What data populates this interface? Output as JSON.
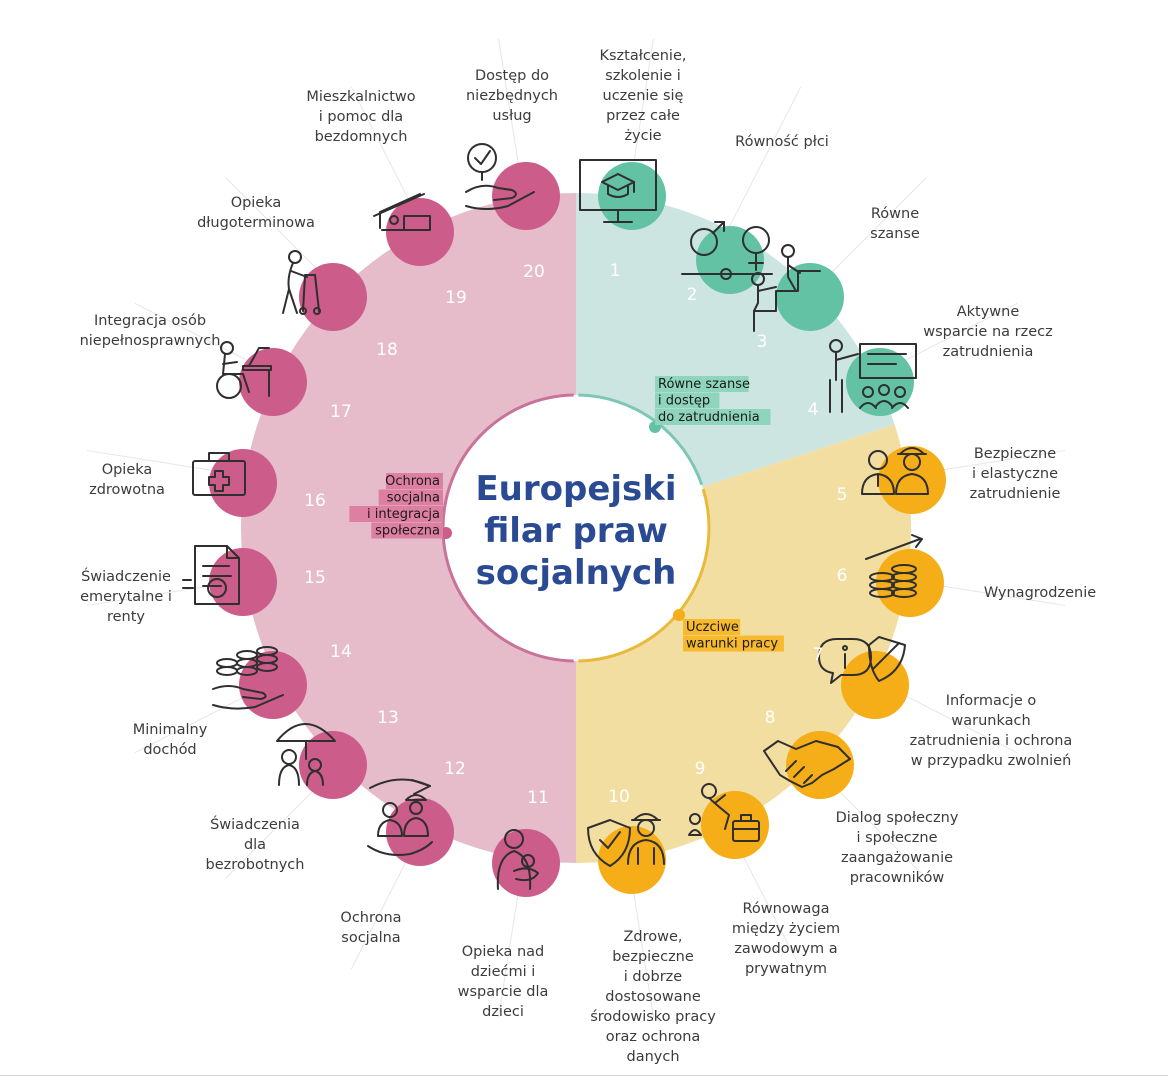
{
  "title_lines": [
    "Europejski",
    "filar praw",
    "socjalnych"
  ],
  "colors": {
    "teal": "#62c2a3",
    "teal_light": "#cde5e1",
    "yellow": "#f5ad18",
    "yellow_light": "#f3dea2",
    "pink": "#cc5c89",
    "pink_light": "#e6bccb",
    "title": "#2a4b93"
  },
  "chapters": [
    {
      "lines": [
        "Równe szanse",
        "i dostęp",
        "do zatrudnienia"
      ],
      "color": "#62c2a3",
      "tag_bg": "#8fd4bd"
    },
    {
      "lines": [
        "Uczciwe",
        "warunki pracy"
      ],
      "color": "#f5ad18",
      "tag_bg": "#f7b92e"
    },
    {
      "lines": [
        "Ochrona",
        "socjalna",
        "i integracja",
        "społeczna"
      ],
      "color": "#cc5c89",
      "tag_bg": "#dc7fa1"
    }
  ],
  "principles": [
    {
      "num": "1",
      "icon": "screen-graduation-cap-icon",
      "lines": [
        "Kształcenie,",
        "szkolenie i",
        "uczenie się",
        "przez całe",
        "życie"
      ]
    },
    {
      "num": "2",
      "icon": "gender-symbols-icon",
      "lines": [
        "Równość płci"
      ]
    },
    {
      "num": "3",
      "icon": "stairs-helping-icon",
      "lines": [
        "Równe",
        "szanse"
      ]
    },
    {
      "num": "4",
      "icon": "presentation-group-icon",
      "lines": [
        "Aktywne",
        "wsparcie na rzecz",
        "zatrudnienia"
      ]
    },
    {
      "num": "5",
      "icon": "workers-pair-icon",
      "lines": [
        "Bezpieczne",
        "i elastyczne",
        "zatrudnienie"
      ]
    },
    {
      "num": "6",
      "icon": "coins-growth-icon",
      "lines": [
        "Wynagrodzenie"
      ]
    },
    {
      "num": "7",
      "icon": "info-shield-icon",
      "lines": [
        "Informacje o",
        "warunkach",
        "zatrudnienia i ochrona",
        "w przypadku zwolnień"
      ]
    },
    {
      "num": "8",
      "icon": "handshake-icon",
      "lines": [
        "Dialog społeczny",
        "i społeczne",
        "zaangażowanie",
        "pracowników"
      ]
    },
    {
      "num": "9",
      "icon": "parent-briefcase-icon",
      "lines": [
        "Równowaga",
        "między życiem",
        "zawodowym a",
        "prywatnym"
      ]
    },
    {
      "num": "10",
      "icon": "safety-worker-icon",
      "lines": [
        "Zdrowe,",
        "bezpieczne",
        "i dobrze",
        "dostosowane",
        "środowisko pracy",
        "oraz ochrona",
        "danych"
      ]
    },
    {
      "num": "11",
      "icon": "parent-child-icon",
      "lines": [
        "Opieka nad",
        "dziećmi i",
        "wsparcie dla",
        "dzieci"
      ]
    },
    {
      "num": "12",
      "icon": "protected-workers-icon",
      "lines": [
        "Ochrona",
        "socjalna"
      ]
    },
    {
      "num": "13",
      "icon": "umbrella-family-icon",
      "lines": [
        "Świadczenia",
        "dla",
        "bezrobotnych"
      ]
    },
    {
      "num": "14",
      "icon": "coins-hand-icon",
      "lines": [
        "Minimalny",
        "dochód"
      ]
    },
    {
      "num": "15",
      "icon": "pension-document-icon",
      "lines": [
        "Świadczenie",
        "emerytalne i",
        "renty"
      ]
    },
    {
      "num": "16",
      "icon": "medical-kit-icon",
      "lines": [
        "Opieka",
        "zdrowotna"
      ]
    },
    {
      "num": "17",
      "icon": "wheelchair-desk-icon",
      "lines": [
        "Integracja osób",
        "niepełnosprawnych"
      ]
    },
    {
      "num": "18",
      "icon": "elderly-walker-icon",
      "lines": [
        "Opieka",
        "długoterminowa"
      ]
    },
    {
      "num": "19",
      "icon": "shelter-bed-icon",
      "lines": [
        "Mieszkalnictwo",
        "i pomoc dla",
        "bezdomnych"
      ]
    },
    {
      "num": "20",
      "icon": "hand-check-icon",
      "lines": [
        "Dostęp do",
        "niezbędnych",
        "usług"
      ]
    }
  ]
}
